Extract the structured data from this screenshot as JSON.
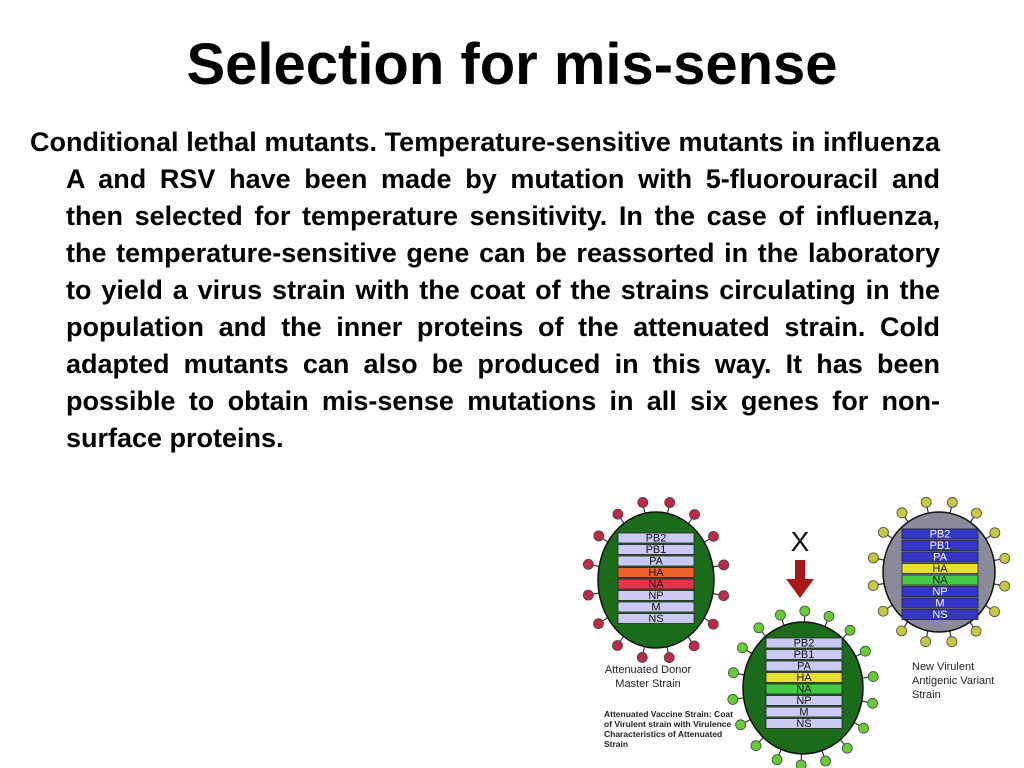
{
  "slide": {
    "title": "Selection for mis-sense",
    "body": "Conditional lethal mutants. Temperature-sensitive mutants in influenza A and RSV have been made by mutation with 5-fluorouracil and then selected for temperature sensitivity. In the case of influenza, the temperature-sensitive gene can be reassorted in the laboratory to yield a virus strain with the coat of the strains circulating in the population and the inner proteins of the attenuated strain.  Cold adapted mutants can also be produced in this way. It has been possible to obtain mis-sense mutations in all six genes for non-surface proteins."
  },
  "figure": {
    "cross_mark": "X",
    "donor": {
      "segments": [
        {
          "label": "PB2",
          "color": "#c9c9f2"
        },
        {
          "label": "PB1",
          "color": "#c9c9f2"
        },
        {
          "label": "PA",
          "color": "#c9c9f2"
        },
        {
          "label": "HA",
          "color": "#f0602a"
        },
        {
          "label": "NA",
          "color": "#f0304a"
        },
        {
          "label": "NP",
          "color": "#c9c9f2"
        },
        {
          "label": "M",
          "color": "#c9c9f2"
        },
        {
          "label": "NS",
          "color": "#c9c9f2"
        }
      ],
      "caption_lines": [
        "Attenuated Donor",
        "Master Strain"
      ],
      "shell_color": "#1a6b1a",
      "spike_color": "#c02848"
    },
    "vaccine": {
      "segments": [
        {
          "label": "PB2",
          "color": "#c9c9f2"
        },
        {
          "label": "PB1",
          "color": "#c9c9f2"
        },
        {
          "label": "PA",
          "color": "#c9c9f2"
        },
        {
          "label": "HA",
          "color": "#e8e030"
        },
        {
          "label": "NA",
          "color": "#44cc44"
        },
        {
          "label": "NP",
          "color": "#c9c9f2"
        },
        {
          "label": "M",
          "color": "#c9c9f2"
        },
        {
          "label": "NS",
          "color": "#c9c9f2"
        }
      ],
      "caption_lines": [
        "Attenuated Vaccine Strain: Coat",
        "of Virulent strain with Virulence",
        "Characteristics of Attenuated",
        "Strain"
      ],
      "shell_color": "#1a6b1a",
      "spike_color": "#66cc33"
    },
    "variant": {
      "segments": [
        {
          "label": "PB2",
          "color": "#3535c8"
        },
        {
          "label": "PB1",
          "color": "#3535c8"
        },
        {
          "label": "PA",
          "color": "#3535c8"
        },
        {
          "label": "HA",
          "color": "#e8e030"
        },
        {
          "label": "NA",
          "color": "#44cc44"
        },
        {
          "label": "NP",
          "color": "#3535c8"
        },
        {
          "label": "M",
          "color": "#3535c8"
        },
        {
          "label": "NS",
          "color": "#3535c8"
        }
      ],
      "caption_lines": [
        "New Virulent",
        "Antigenic Variant",
        "Strain"
      ],
      "shell_color": "#8a8a9a",
      "spike_color": "#c8c840"
    },
    "arrow_color": "#a81818"
  }
}
